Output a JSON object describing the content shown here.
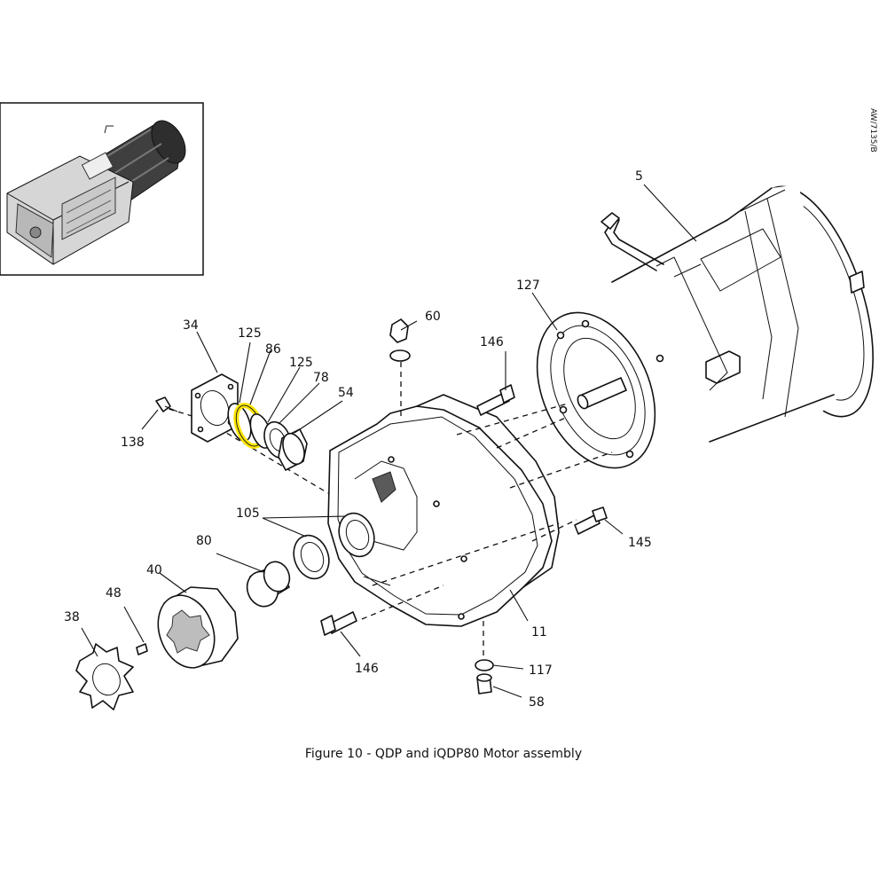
{
  "figure_caption": "Figure 10 - QDP and iQDP80 Motor assembly",
  "drawing_reference": "AW/7135/B",
  "highlight_color": "#ffe600",
  "highlighted_part": "86",
  "callouts": {
    "c5": "5",
    "c11": "11",
    "c34": "34",
    "c38": "38",
    "c40": "40",
    "c48": "48",
    "c54": "54",
    "c58": "58",
    "c60": "60",
    "c78": "78",
    "c80": "80",
    "c86": "86",
    "c105": "105",
    "c117": "117",
    "c125a": "125",
    "c125b": "125",
    "c127": "127",
    "c138": "138",
    "c145": "145",
    "c146a": "146",
    "c146b": "146"
  }
}
